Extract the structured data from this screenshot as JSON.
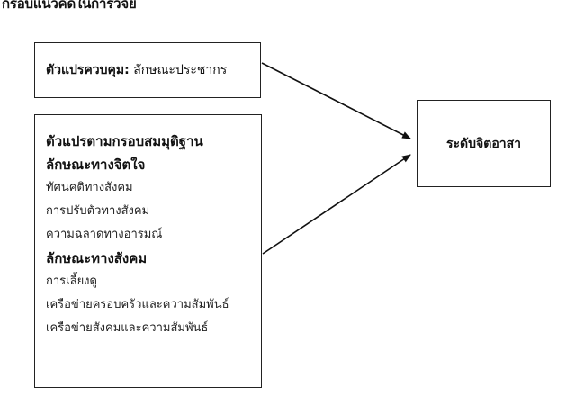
{
  "title": "กรอบแนวคิดในการวิจัย",
  "control_box": {
    "label_bold": "ตัวแปรควบคุม:",
    "value": "ลักษณะประชากร"
  },
  "framework_box": {
    "heading": "ตัวแปรตามกรอบสมมุติฐาน",
    "groups": [
      {
        "heading": "ลักษณะทางจิตใจ",
        "items": [
          "ทัศนคติทางสังคม",
          "การปรับตัวทางสังคม",
          "ความฉลาดทางอารมณ์"
        ]
      },
      {
        "heading": "ลักษณะทางสังคม",
        "items": [
          "การเลี้ยงดู",
          "เครือข่ายครอบครัวและความสัมพันธ์",
          "เครือข่ายสังคมและความสัมพันธ์"
        ]
      }
    ]
  },
  "outcome_box": {
    "label": "ระดับจิตอาสา"
  }
}
